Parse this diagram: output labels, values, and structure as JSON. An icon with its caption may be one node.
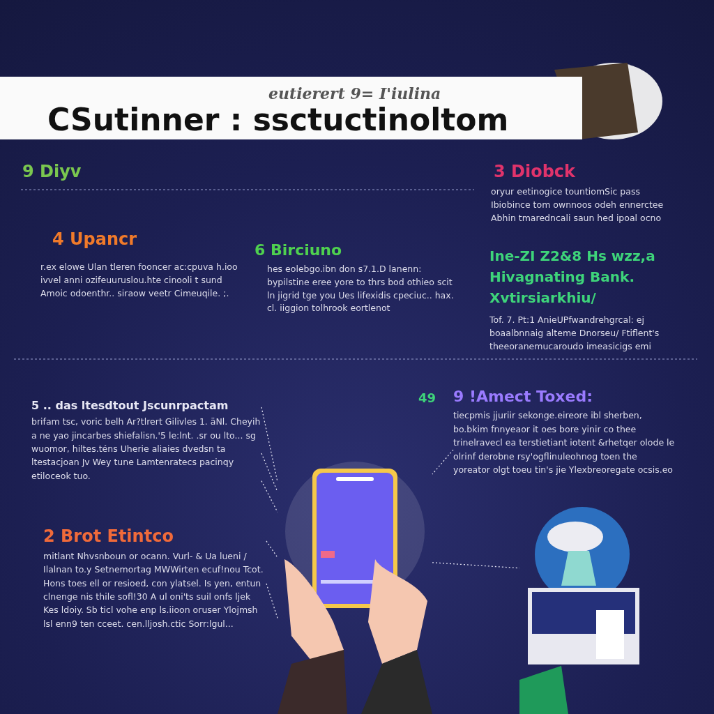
{
  "diagram": {
    "title": "CSutinner : ssctuctinoltom",
    "nodes": [
      {
        "text": [
          "5 .. das ltesdtout Jscunrpactam",
          "brifam tsc, voric belh Ar?tlrert Gilivles 1. äNl. Cheyih a ne yao jincarbes shiefalisn.'5 le:lnt. .sr ou lto... sg wuomor, hiltes.téns Uherie aliaies dvedsn ta ltestacjoan Jv Wey tune Lamtenratecs pacinqy etiloceok tuo."
        ]
      },
      {
        "text": [
          "9 !Amect Toxed:",
          "tiecpmis jjuriir sekonge.eireore ibl sherben, bo.bkim fnnyeaor it oes bore yinir co thee trinelravecl ea terstietiant iotent &rhetqer olode le olrinf derobne rsy'ogflinuleohnog toen the yoreator olgt toeu tin's jie Ylexbreoregate ocsis.eo"
        ],
        "beside": [
          "49"
        ]
      },
      {
        "text": [],
        "shape": "picture"
      },
      {
        "text": [
          "2 Brot Etintco",
          "mitlant Nhvsnboun or ocann. Vurl- & Ua lueni / Ilalnan to.y Setnemortag MWWirten ecuf!nou Tcot. Hons toes ell or resioed, con ylatsel. Is yen, entun clnenge nis thile sofl!30 A ul oni'ts suil onfs ljek Kes ldoiy. Sb ticl vohe enp ls.iioon oruser Ylojmsh lsl enn9 ten cceet. cen.lljosh.ctic Sorr:lgul..."
        ]
      },
      {
        "text": [],
        "shape": "picture"
      }
    ],
    "edges": [
      {
        "from": 0,
        "to": 2,
        "arrow": "none",
        "style": "dashed"
      },
      {
        "from": 0,
        "to": 2,
        "arrow": "none",
        "style": "dashed"
      },
      {
        "from": 0,
        "to": 2,
        "arrow": "none",
        "style": "dashed"
      },
      {
        "from": 1,
        "to": 2,
        "arrow": "none",
        "style": "dashed"
      },
      {
        "from": 3,
        "to": 2,
        "arrow": "none",
        "style": "dashed"
      },
      {
        "from": 3,
        "to": 2,
        "arrow": "none",
        "style": "dashed"
      },
      {
        "from": 2,
        "to": 4,
        "arrow": "none",
        "style": "dashed"
      }
    ],
    "labels": [
      "eutierert 9= I'iulina",
      "9 Diyv",
      "4 Upancr",
      "r.ex elowe Ulan tleren fooncer ac:cpuva h.ioo ivvel anni ozifeuuruslou.hte cinooli t sund Amoic odoenthr.. siraow veetr Cimeuqile. ;.",
      "6 Birciuno",
      "hes eolebgo.ibn don s7.1.D lanenn: bypilstine eree yore to thrs bod othieo scit ln jigrid tge you Ues lifexidis cpeciuc.. hax. cl. iiggion tolhrook eortlenot",
      "3 Diobck",
      "oryur eetinogice tountiomSic pass Ibiobince tom ownnoos odeh ennerctee Abhin tmaredncali saun hed ipoal ocno",
      "Ine-ZI Z2&8 Hs wzz,a Hivagnating Bank. Xvtirsiarkhiu/",
      "Tof. 7. Pt:1 AnieUPfwandrehgrcal: ej boaalbnnaig alteme Dnorseu/ Ftiflent's theeoranemucaroudo imeasicigs emi"
    ]
  }
}
